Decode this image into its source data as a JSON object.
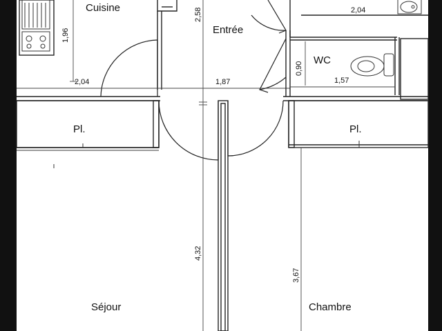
{
  "rooms": {
    "kitchen": "Cuisine",
    "entrance": "Entrée",
    "wc": "WC",
    "closet_left": "Pl.",
    "closet_right": "Pl.",
    "living": "Séjour",
    "bedroom": "Chambre"
  },
  "dimensions": {
    "kitchen_height": "1,96",
    "kitchen_width": "2,04",
    "entrance_height": "2,58",
    "entrance_width": "1,87",
    "bath_width": "2,04",
    "wc_height": "0,90",
    "wc_width": "1,57",
    "living_height": "4,32",
    "bedroom_height": "3,67"
  }
}
